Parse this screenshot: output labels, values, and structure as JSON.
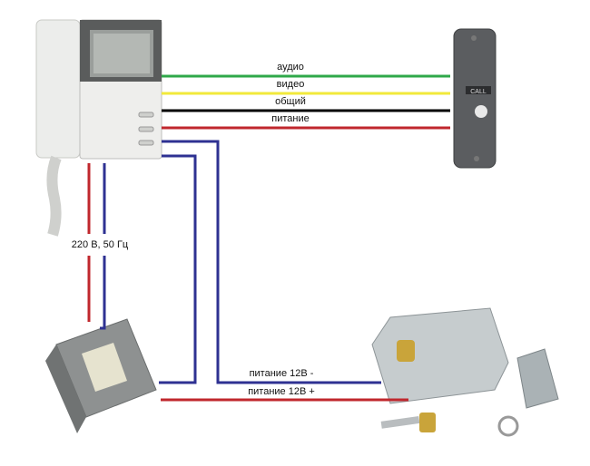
{
  "wires": {
    "audio": {
      "label": "аудио",
      "color": "#2fa84a"
    },
    "video": {
      "label": "видео",
      "color": "#f2e93a"
    },
    "common": {
      "label": "общий",
      "color": "#000000"
    },
    "power": {
      "label": "питание",
      "color": "#c0272d"
    },
    "mains": {
      "label": "220 В, 50 Гц"
    },
    "lock_minus": {
      "label": "питание 12В -",
      "color": "#2e3192"
    },
    "lock_plus": {
      "label": "питание 12В +",
      "color": "#c0272d"
    }
  },
  "devices": {
    "call_panel": {
      "button_text": "CALL"
    }
  }
}
